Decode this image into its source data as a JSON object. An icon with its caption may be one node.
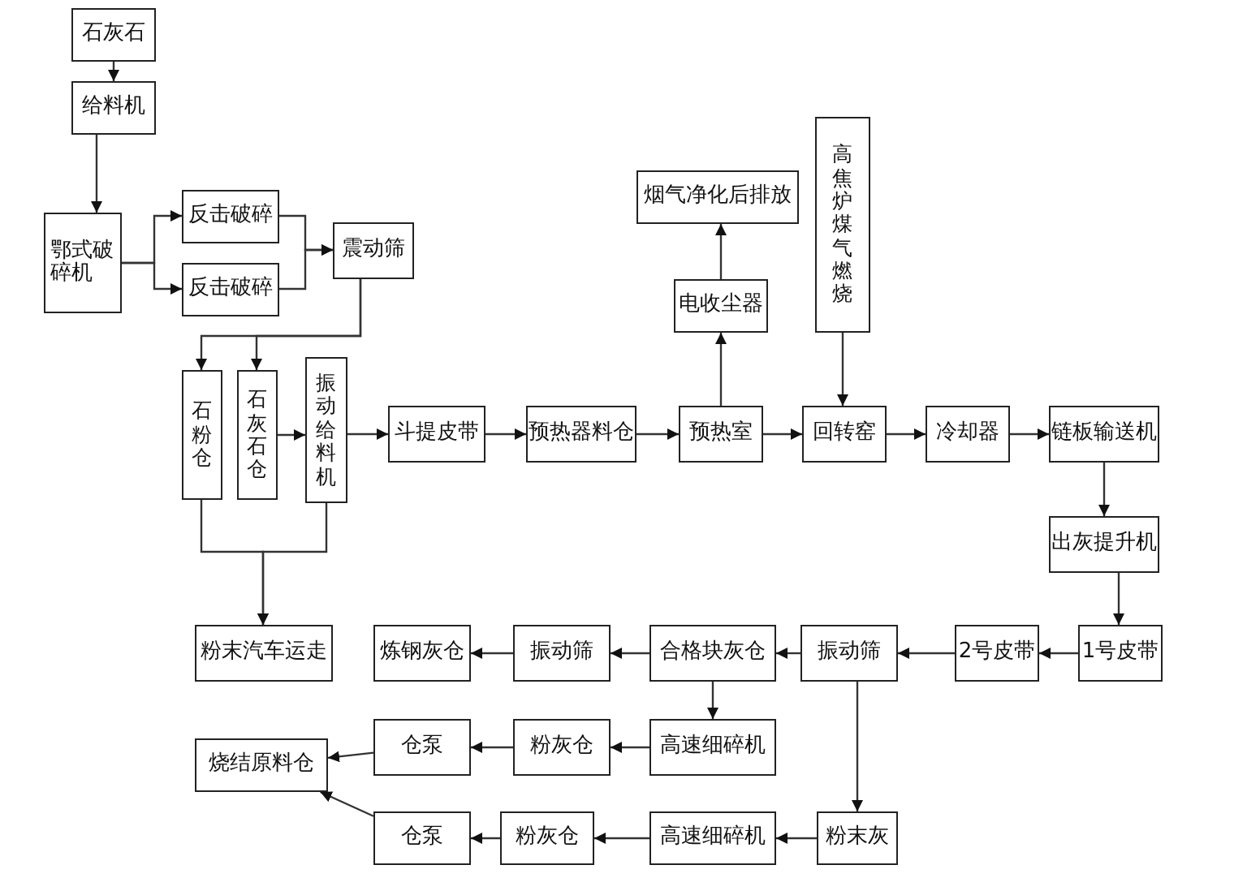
{
  "diagram": {
    "nodes": [
      {
        "text": [
          "石灰石"
        ]
      },
      {
        "text": [
          "给料机"
        ]
      },
      {
        "text": [
          "鄂式破碎机"
        ]
      },
      {
        "text": [
          "反击破碎"
        ]
      },
      {
        "text": [
          "反击破碎"
        ]
      },
      {
        "text": [
          "震动筛"
        ]
      },
      {
        "text": [
          "石粉仓"
        ]
      },
      {
        "text": [
          "石灰石仓"
        ]
      },
      {
        "text": [
          "振动给料机"
        ]
      },
      {
        "text": [
          "斗提皮带"
        ]
      },
      {
        "text": [
          "预热器料仓"
        ]
      },
      {
        "text": [
          "烟气净化后排放"
        ]
      },
      {
        "text": [
          "电收尘器"
        ]
      },
      {
        "text": [
          "预热室"
        ]
      },
      {
        "text": [
          "高焦炉煤气燃烧"
        ]
      },
      {
        "text": [
          "回转窑"
        ]
      },
      {
        "text": [
          "冷却器"
        ]
      },
      {
        "text": [
          "链板输送机"
        ]
      },
      {
        "text": [
          "出灰提升机"
        ]
      },
      {
        "text": [
          "1号皮带"
        ]
      },
      {
        "text": [
          "2号皮带"
        ]
      },
      {
        "text": [
          "振动筛"
        ]
      },
      {
        "text": [
          "合格块灰仓"
        ]
      },
      {
        "text": [
          "振动筛"
        ]
      },
      {
        "text": [
          "炼钢灰仓"
        ]
      },
      {
        "text": [
          "粉末汽车运走"
        ]
      },
      {
        "text": [
          "高速细碎机"
        ]
      },
      {
        "text": [
          "粉灰仓"
        ]
      },
      {
        "text": [
          "仓泵"
        ]
      },
      {
        "text": [
          "烧结原料仓"
        ]
      },
      {
        "text": [
          "粉末灰"
        ]
      },
      {
        "text": [
          "高速细碎机"
        ]
      },
      {
        "text": [
          "粉灰仓"
        ]
      },
      {
        "text": [
          "仓泵"
        ]
      }
    ],
    "edges": [
      {
        "from": 0,
        "to": 1,
        "arrow": "to"
      },
      {
        "from": 1,
        "to": 2,
        "arrow": "to"
      },
      {
        "from": 2,
        "to": 3,
        "arrow": "to"
      },
      {
        "from": 2,
        "to": 4,
        "arrow": "to"
      },
      {
        "from": 3,
        "to": 5,
        "arrow": "to"
      },
      {
        "from": 4,
        "to": 5,
        "arrow": "to"
      },
      {
        "from": 5,
        "to": 6,
        "arrow": "to"
      },
      {
        "from": 5,
        "to": 7,
        "arrow": "to"
      },
      {
        "from": 7,
        "to": 8,
        "arrow": "to"
      },
      {
        "from": 8,
        "to": 9,
        "arrow": "to"
      },
      {
        "from": 9,
        "to": 10,
        "arrow": "to"
      },
      {
        "from": 10,
        "to": 13,
        "arrow": "to"
      },
      {
        "from": 13,
        "to": 12,
        "arrow": "to"
      },
      {
        "from": 12,
        "to": 11,
        "arrow": "to"
      },
      {
        "from": 13,
        "to": 15,
        "arrow": "to"
      },
      {
        "from": 14,
        "to": 15,
        "arrow": "to"
      },
      {
        "from": 15,
        "to": 16,
        "arrow": "to"
      },
      {
        "from": 16,
        "to": 17,
        "arrow": "to"
      },
      {
        "from": 17,
        "to": 18,
        "arrow": "to"
      },
      {
        "from": 18,
        "to": 19,
        "arrow": "to"
      },
      {
        "from": 19,
        "to": 20,
        "arrow": "to"
      },
      {
        "from": 20,
        "to": 21,
        "arrow": "to"
      },
      {
        "from": 21,
        "to": 22,
        "arrow": "to"
      },
      {
        "from": 22,
        "to": 23,
        "arrow": "to"
      },
      {
        "from": 23,
        "to": 24,
        "arrow": "to"
      },
      {
        "from": 22,
        "to": 26,
        "arrow": "to"
      },
      {
        "from": 26,
        "to": 27,
        "arrow": "to"
      },
      {
        "from": 27,
        "to": 28,
        "arrow": "to"
      },
      {
        "from": 28,
        "to": 29,
        "arrow": "to"
      },
      {
        "from": 21,
        "to": 30,
        "arrow": "to"
      },
      {
        "from": 30,
        "to": 31,
        "arrow": "to"
      },
      {
        "from": 31,
        "to": 32,
        "arrow": "to"
      },
      {
        "from": 32,
        "to": 33,
        "arrow": "to"
      },
      {
        "from": 33,
        "to": 29,
        "arrow": "to"
      },
      {
        "from": 6,
        "to": 25,
        "arrow": "to"
      },
      {
        "from": 8,
        "to": 25,
        "arrow": "to"
      }
    ]
  }
}
